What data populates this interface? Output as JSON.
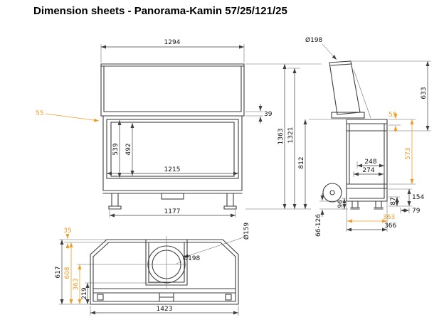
{
  "title": "Dimension sheets - Panorama-Kamin 57/25/121/25",
  "colors": {
    "accent": "#ef9b28",
    "line": "#3f3f3f"
  },
  "dims": {
    "front_width_top": "1294",
    "front_side_offset": "55",
    "front_glass_gap": "39",
    "front_glass_height": "539",
    "front_opening_height": "492",
    "front_opening_width": "1215",
    "front_base_width": "1177",
    "height_total": "1363",
    "height_body": "1321",
    "height_firebox_top": "812",
    "side_flue_diameter": "Ø198",
    "side_flue_height": "633",
    "side_top_offset": "55",
    "side_glass_height": "573",
    "side_depth_inner": "248",
    "side_depth_outer": "274",
    "side_front_gap": "96",
    "side_rear_height": "154",
    "side_rear_gap": "87",
    "side_rear_depth": "79",
    "side_feet_range": "66-126",
    "side_base_depth": "363",
    "side_total_depth": "366",
    "top_glass_offset": "35",
    "top_flue_inner_diameter": "Ø159",
    "top_flue_outer_diameter": "Ø198",
    "top_depth_total": "617",
    "top_depth_glass": "608",
    "top_flue_center_depth": "363",
    "top_flue_edge_depth": "219",
    "top_width_total": "1423"
  }
}
